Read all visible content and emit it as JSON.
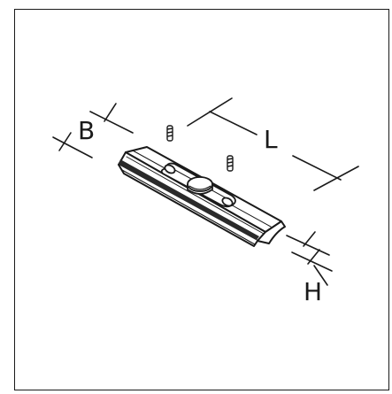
{
  "labels": {
    "width": "B",
    "length": "L",
    "height": "H"
  },
  "colors": {
    "line": "#1a1a1a",
    "body_fill": "#ffffff",
    "shade": "#2a2a2a",
    "background": "#ffffff"
  }
}
